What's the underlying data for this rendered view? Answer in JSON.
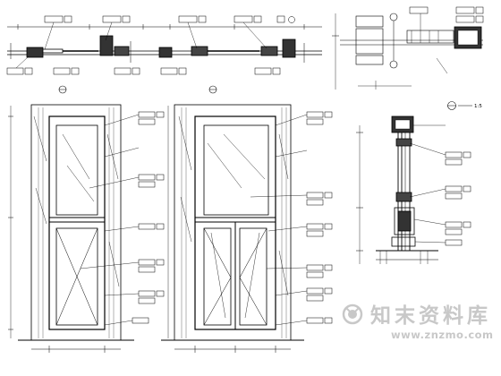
{
  "drawing": {
    "type": "cad-door-detail-sheet",
    "views": [
      "door-plan-section-left",
      "door-plan-section-right",
      "door-jamb-detail-top-right",
      "door-elevation-single-leaf",
      "door-elevation-double-leaf",
      "door-vertical-section-detail"
    ],
    "section_scale": "1:5",
    "colors": {
      "line": "#000000",
      "hatch_fill": "#333333",
      "watermark": "#c8c8c8"
    }
  },
  "watermark": {
    "brand_cn": "知末资料库",
    "url": "www.znzmo.com"
  }
}
